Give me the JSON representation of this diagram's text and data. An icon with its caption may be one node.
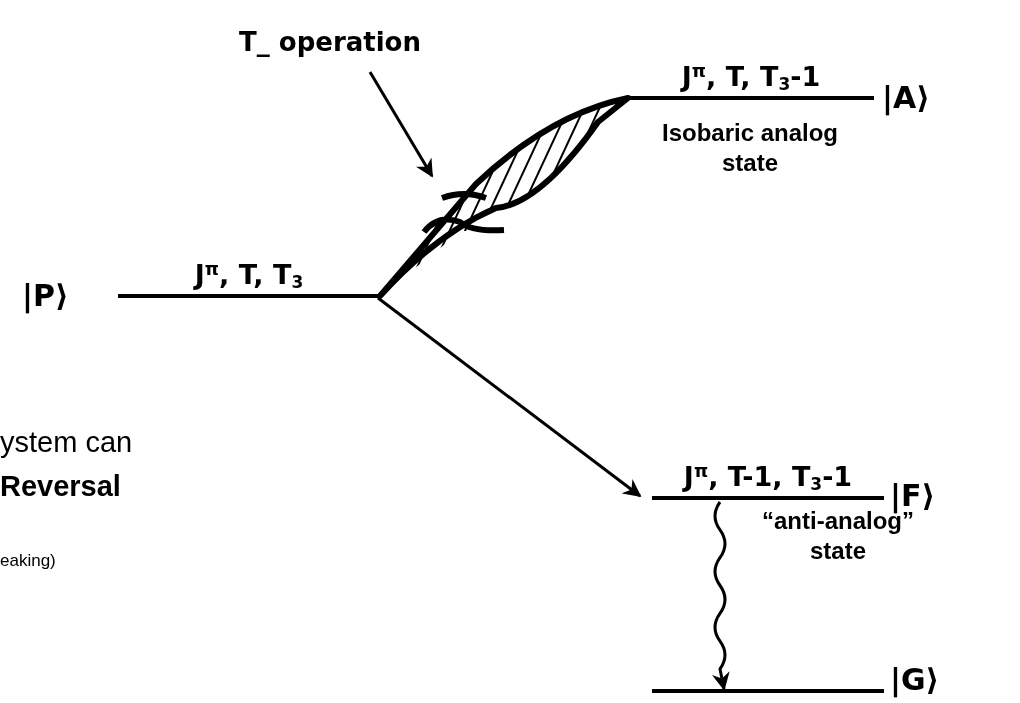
{
  "diagram": {
    "nodes": [
      {
        "text": [
          "J$^{π}$, T, T$_{3}$"
        ],
        "beside": [
          "|P⟩"
        ]
      },
      {
        "text": [
          "J$^{π}$, T, T$_{3}$-1"
        ],
        "beside": [
          "|A⟩",
          "Isobaric analog state"
        ]
      },
      {
        "text": [
          "J$^{π}$, T-1, T$_{3}$-1"
        ],
        "beside": [
          "|F⟩",
          "“anti-analog” state"
        ]
      },
      {
        "text": [],
        "shape": "bar",
        "beside": [
          "|G⟩"
        ]
      },
      {
        "text": [
          "T_ operation"
        ]
      }
    ],
    "edges": [
      {
        "from": 0,
        "to": 1,
        "arrow": "none",
        "style": "thick"
      },
      {
        "from": 0,
        "to": 2,
        "arrow": "to"
      },
      {
        "from": 2,
        "to": 3,
        "arrow": "to"
      },
      {
        "from": 4,
        "to": null,
        "arrow": "to"
      }
    ],
    "labels": [
      "ystem can",
      "Reversal",
      "eaking)"
    ]
  }
}
